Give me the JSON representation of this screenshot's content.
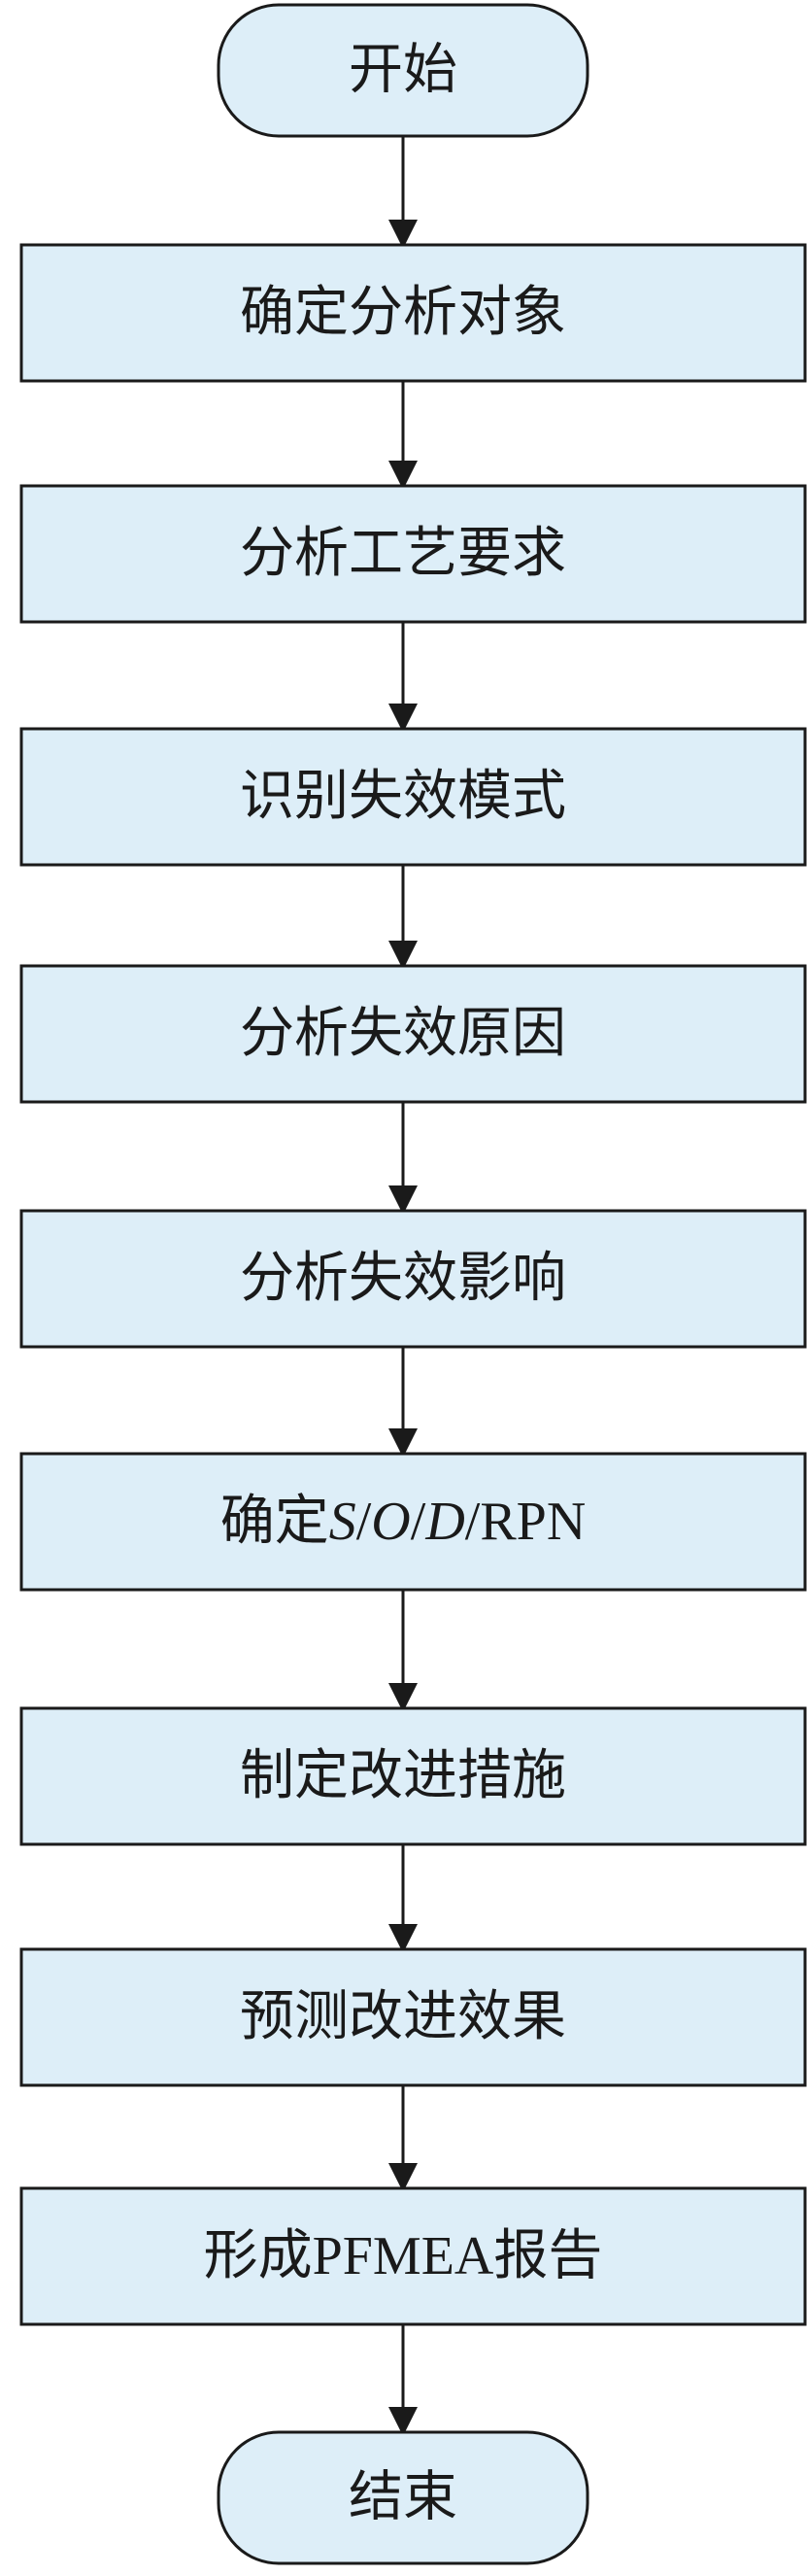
{
  "colors": {
    "node_fill": "#ddeef8",
    "node_stroke": "#1a1a1a",
    "arrow": "#1a1a1a",
    "text": "#1a1a1a"
  },
  "nodes": [
    {
      "id": "start",
      "shape": "terminal",
      "segments": [
        {
          "text": "开始",
          "italic": false
        }
      ]
    },
    {
      "id": "determine-object",
      "shape": "process",
      "segments": [
        {
          "text": "确定分析对象",
          "italic": false
        }
      ]
    },
    {
      "id": "analyze-requirements",
      "shape": "process",
      "segments": [
        {
          "text": "分析工艺要求",
          "italic": false
        }
      ]
    },
    {
      "id": "identify-failure-modes",
      "shape": "process",
      "segments": [
        {
          "text": "识别失效模式",
          "italic": false
        }
      ]
    },
    {
      "id": "analyze-failure-causes",
      "shape": "process",
      "segments": [
        {
          "text": "分析失效原因",
          "italic": false
        }
      ]
    },
    {
      "id": "analyze-failure-effects",
      "shape": "process",
      "segments": [
        {
          "text": "分析失效影响",
          "italic": false
        }
      ]
    },
    {
      "id": "determine-sod-rpn",
      "shape": "process",
      "segments": [
        {
          "text": "确定",
          "italic": false
        },
        {
          "text": "S",
          "italic": true
        },
        {
          "text": "/",
          "italic": false
        },
        {
          "text": "O",
          "italic": true
        },
        {
          "text": "/",
          "italic": false
        },
        {
          "text": "D",
          "italic": true
        },
        {
          "text": "/RPN",
          "italic": false
        }
      ]
    },
    {
      "id": "define-improvements",
      "shape": "process",
      "segments": [
        {
          "text": "制定改进措施",
          "italic": false
        }
      ]
    },
    {
      "id": "predict-improvement-effect",
      "shape": "process",
      "segments": [
        {
          "text": "预测改进效果",
          "italic": false
        }
      ]
    },
    {
      "id": "form-pfmea-report",
      "shape": "process",
      "segments": [
        {
          "text": "形成PFMEA报告",
          "italic": false
        }
      ]
    },
    {
      "id": "end",
      "shape": "terminal",
      "segments": [
        {
          "text": "结束",
          "italic": false
        }
      ]
    }
  ]
}
